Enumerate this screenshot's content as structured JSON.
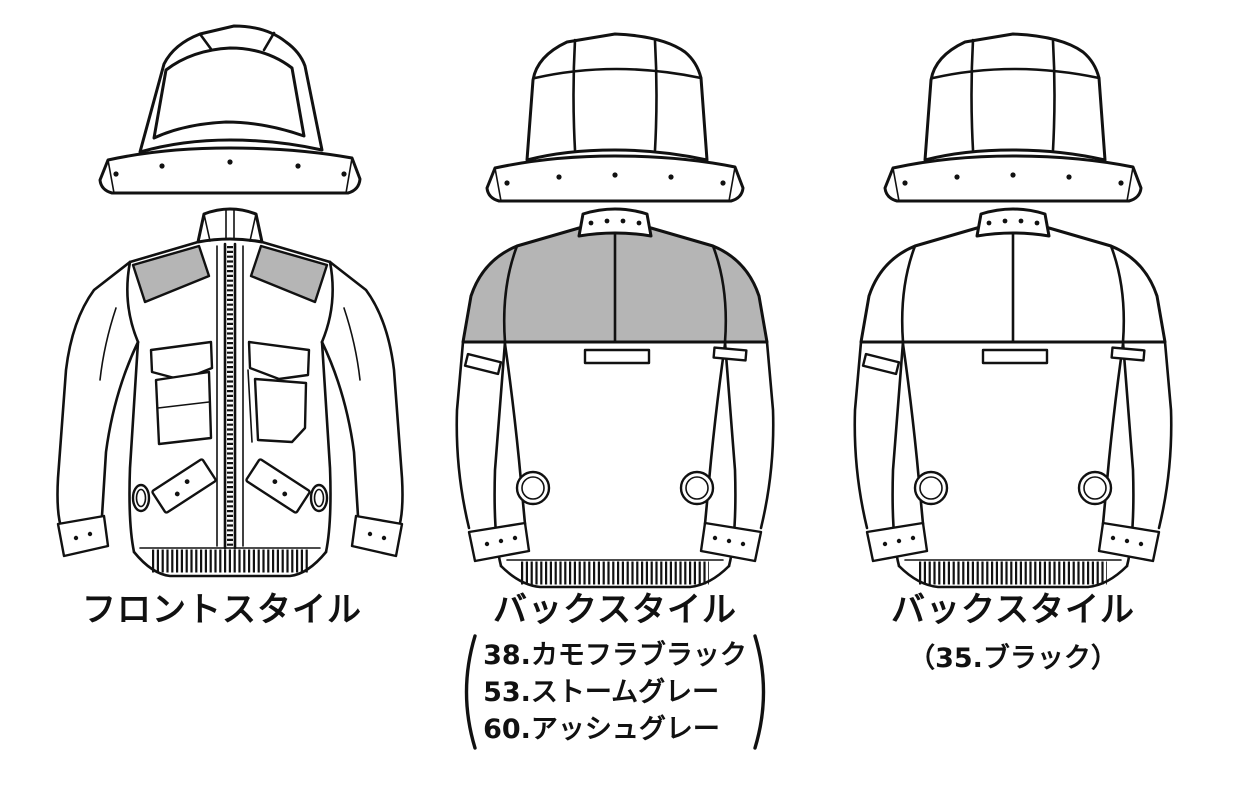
{
  "colors": {
    "line": "#111111",
    "panel_gray": "#b5b5b5",
    "background": "#ffffff"
  },
  "figures": [
    {
      "caption": "フロントスタイル"
    },
    {
      "caption": "バックスタイル",
      "color_options": [
        "38.カモフラブラック",
        "53.ストームグレー",
        "60.アッシュグレー"
      ]
    },
    {
      "caption": "バックスタイル",
      "color_note": "（35.ブラック）"
    }
  ]
}
